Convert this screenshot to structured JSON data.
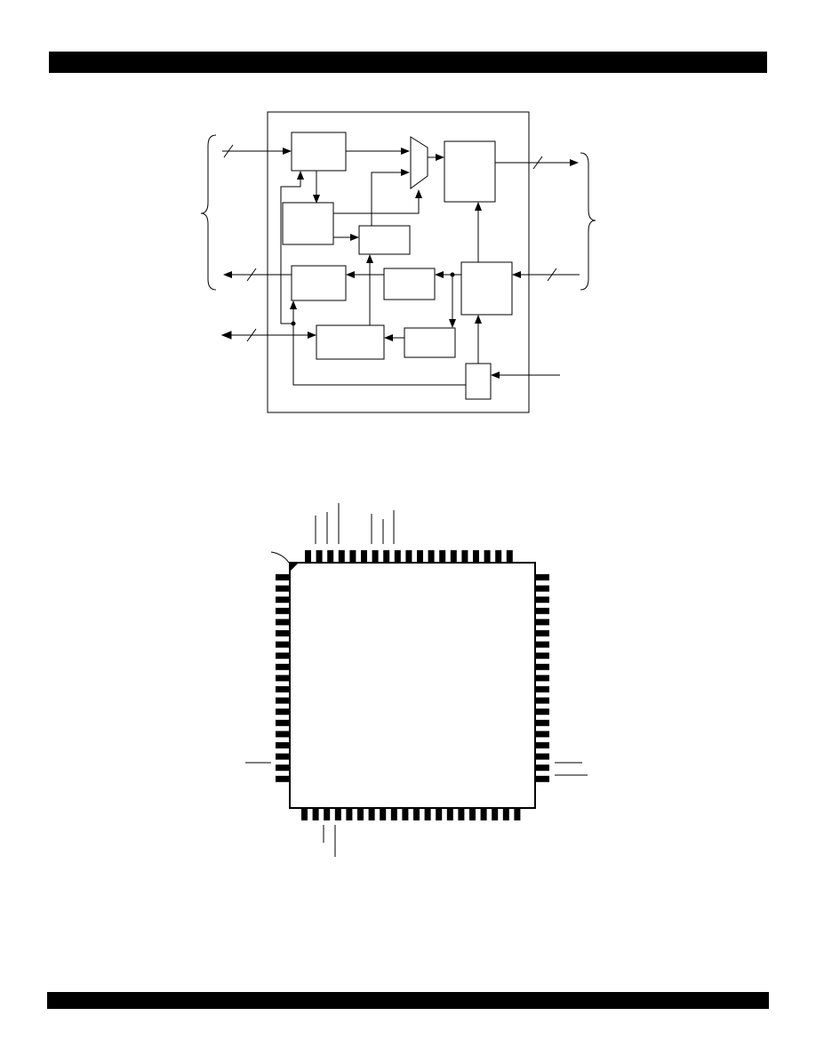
{
  "page": {
    "background": "#ffffff",
    "ink": "#000000"
  },
  "header_bar": {
    "color": "#000000"
  },
  "footer_bar": {
    "color": "#000000"
  },
  "block_diagram": {
    "blocks": 10,
    "bus_arrows": 5
  },
  "package_diagram": {
    "top_pins": 19,
    "bottom_pins": 20,
    "left_pins": 19,
    "right_pins": 19,
    "pin1_marker_icon": "pin1-corner-triangle-icon"
  }
}
